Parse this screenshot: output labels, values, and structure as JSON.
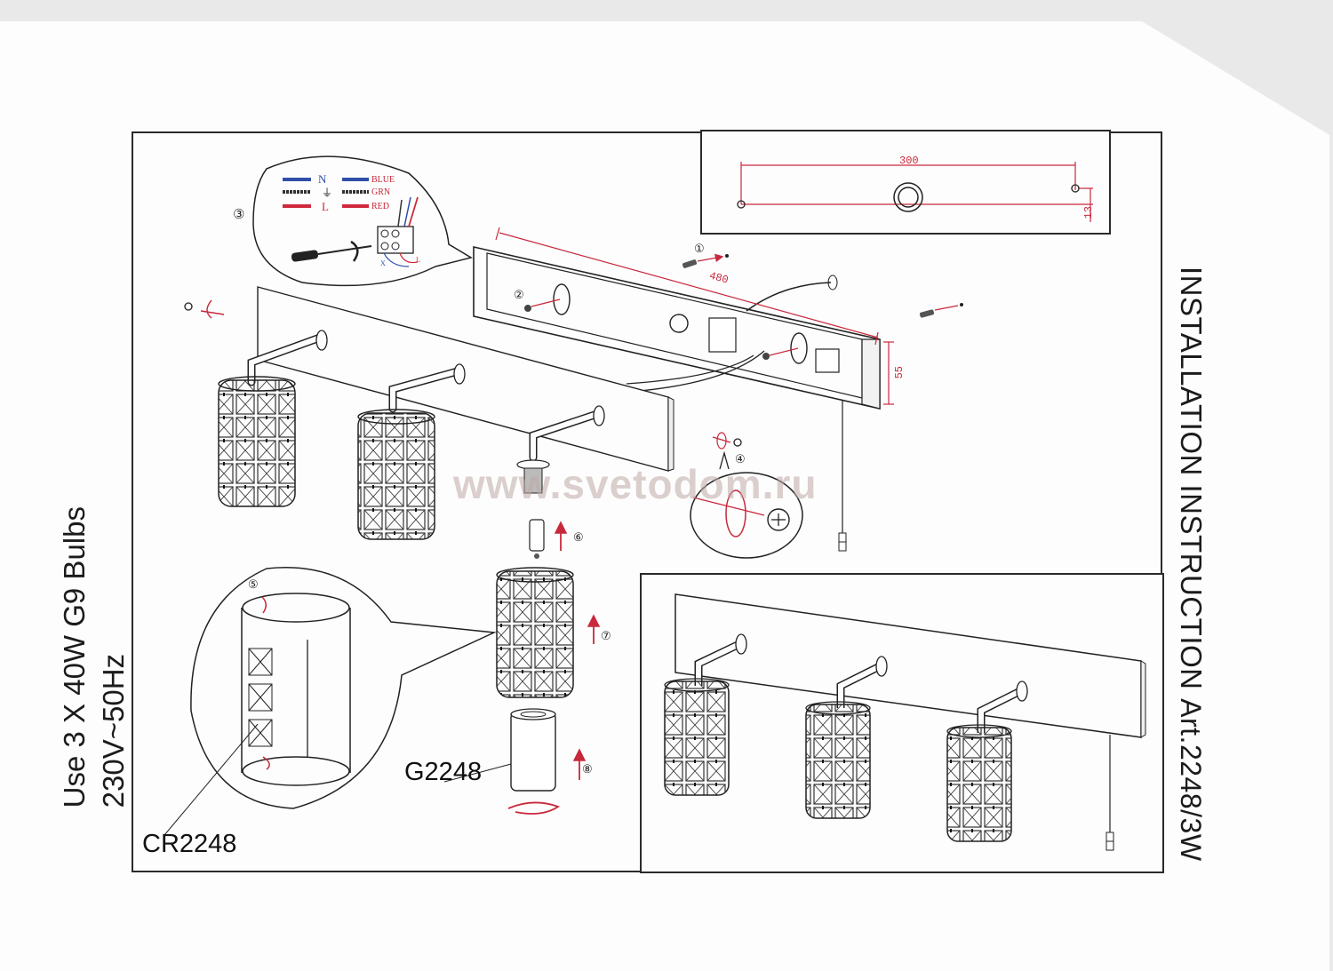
{
  "document": {
    "title": "INSTALLATION INSTRUCTION",
    "article": "Art.2248/3W",
    "specs": {
      "voltage": "230V~50Hz",
      "bulbs": "Use 3 X 40W  G9  Bulbs"
    },
    "parts": {
      "crystal_ring": "CR2248",
      "glass_shade": "G2248"
    },
    "watermark": "www.svetodom.ru"
  },
  "wiring": {
    "rows": [
      {
        "symbol": "N",
        "label": "BLUE",
        "color": "#2f4fa8"
      },
      {
        "symbol": "⏚",
        "label": "GRN",
        "color": "#333333"
      },
      {
        "symbol": "L",
        "label": "RED",
        "color": "#d0283c"
      }
    ],
    "terminal_marks": [
      "X",
      "L"
    ]
  },
  "dimensions": {
    "hole_spacing": "300",
    "hole_offset": "13",
    "bracket_length": "480",
    "bracket_height": "55"
  },
  "steps": [
    "①",
    "②",
    "③",
    "④",
    "⑤",
    "⑥",
    "⑦",
    "⑧"
  ],
  "colors": {
    "annotation_red": "#c8283c",
    "line": "#2a2a2a"
  }
}
